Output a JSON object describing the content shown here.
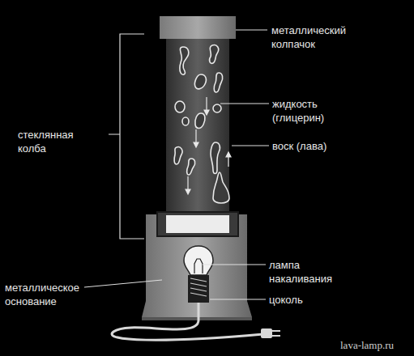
{
  "diagram": {
    "labels": [
      "металлический колпачок",
      "стеклянная колба",
      "жидкость (глицерин)",
      "воск (лава)",
      "лампа накаливания",
      "металлическое основание",
      "цоколь",
      "lava-lamp.ru"
    ]
  }
}
